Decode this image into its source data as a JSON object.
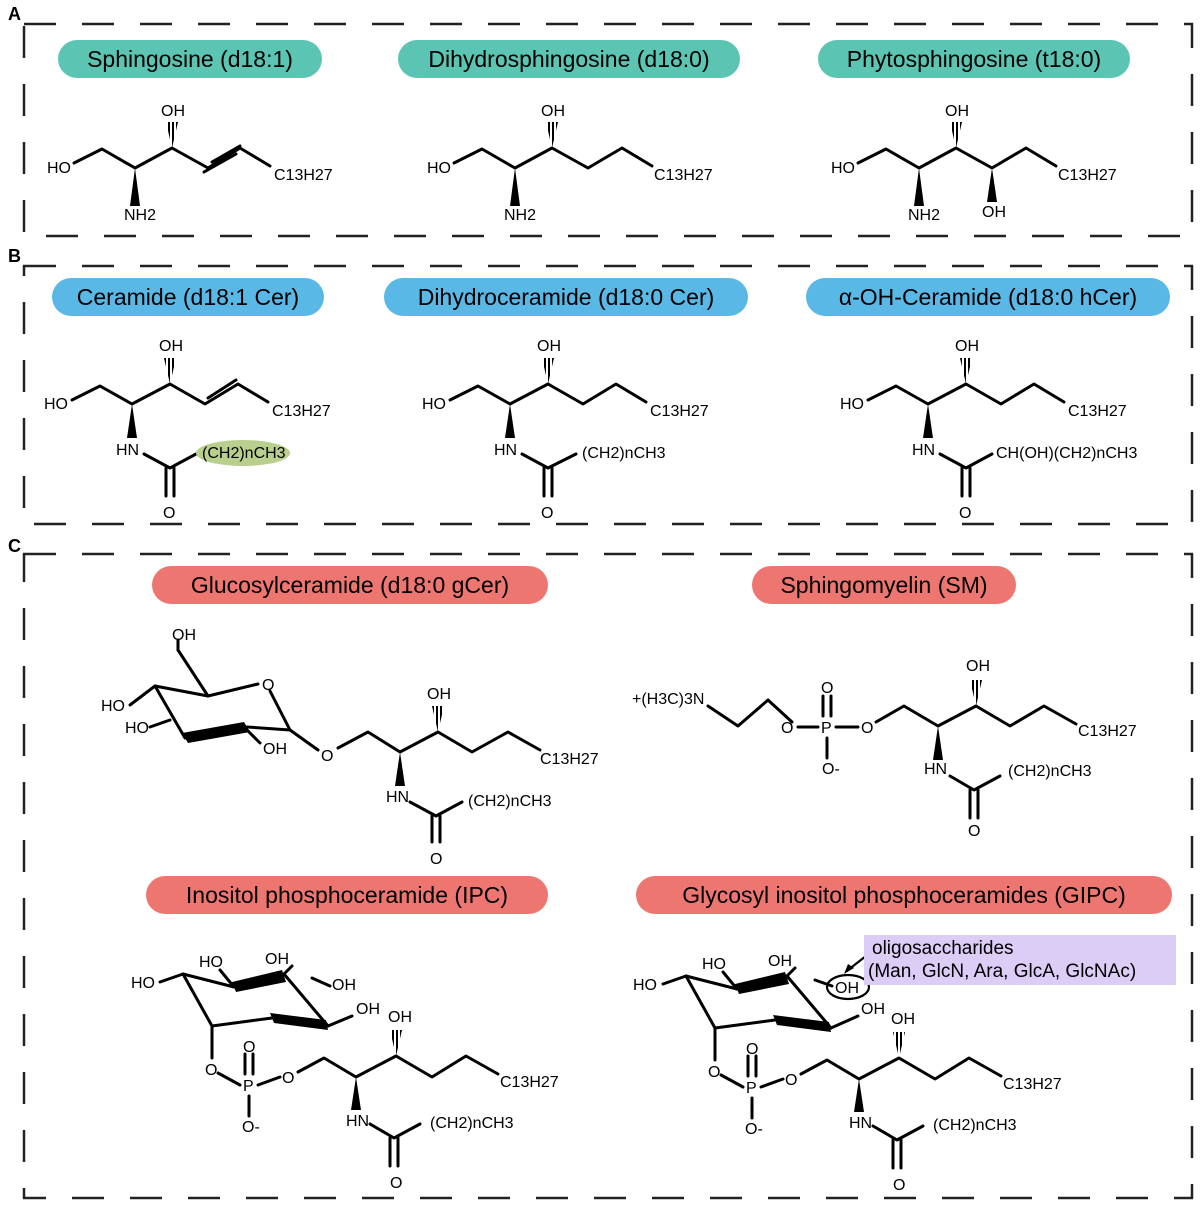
{
  "panels": {
    "a": "A",
    "b": "B",
    "c": "C"
  },
  "colors": {
    "teal": "#5cc4b3",
    "blue": "#5ab8e6",
    "salmon": "#ee7670",
    "green_highlight": "#b9cf8d",
    "lavender": "#dccdf7"
  },
  "panel_a": {
    "sphingosine": {
      "title": "Sphingosine (d18:1)",
      "oh": "OH",
      "ho": "HO",
      "nh2": "NH2",
      "chain": "C13H27"
    },
    "dihydrosphingosine": {
      "title": "Dihydrosphingosine (d18:0)",
      "oh": "OH",
      "ho": "HO",
      "nh2": "NH2",
      "chain": "C13H27"
    },
    "phytosphingosine": {
      "title": "Phytosphingosine (t18:0)",
      "oh": "OH",
      "oh2": "OH",
      "ho": "HO",
      "nh2": "NH2",
      "chain": "C13H27"
    }
  },
  "panel_b": {
    "ceramide": {
      "title": "Ceramide (d18:1 Cer)",
      "oh": "OH",
      "ho": "HO",
      "hn": "HN",
      "o": "O",
      "chain": "C13H27",
      "acyl": "(CH2)nCH3"
    },
    "dihydroceramide": {
      "title": "Dihydroceramide (d18:0 Cer)",
      "oh": "OH",
      "ho": "HO",
      "hn": "HN",
      "o": "O",
      "chain": "C13H27",
      "acyl": "(CH2)nCH3"
    },
    "alpha_oh_ceramide": {
      "title": "α-OH-Ceramide (d18:0 hCer)",
      "oh": "OH",
      "ho": "HO",
      "hn": "HN",
      "o": "O",
      "chain": "C13H27",
      "acyl": "CH(OH)(CH2)nCH3"
    }
  },
  "panel_c": {
    "glucosylceramide": {
      "title": "Glucosylceramide (d18:0 gCer)",
      "oh_top": "OH",
      "ho1": "HO",
      "ho2": "HO",
      "oh_ring": "OH",
      "ring_o": "O",
      "link_o": "O",
      "oh": "OH",
      "hn": "HN",
      "o": "O",
      "chain": "C13H27",
      "acyl": "(CH2)nCH3"
    },
    "sphingomyelin": {
      "title": "Sphingomyelin (SM)",
      "choline": "+(H3C)3N",
      "o1": "O",
      "p": "P",
      "po": "O",
      "pom": "O-",
      "o2": "O",
      "oh": "OH",
      "hn": "HN",
      "o": "O",
      "chain": "C13H27",
      "acyl": "(CH2)nCH3"
    },
    "ipc": {
      "title": "Inositol phosphoceramide (IPC)",
      "ho1": "HO",
      "ho2": "HO",
      "oh1": "OH",
      "oh2": "OH",
      "oh3": "OH",
      "o1": "O",
      "p": "P",
      "po": "O",
      "pom": "O-",
      "o2": "O",
      "oh": "OH",
      "hn": "HN",
      "o": "O",
      "chain": "C13H27",
      "acyl": "(CH2)nCH3"
    },
    "gipc": {
      "title": "Glycosyl inositol phosphoceramides (GIPC)",
      "ho1": "HO",
      "ho2": "HO",
      "oh1": "OH",
      "oh_circled": "OH",
      "oh3": "OH",
      "o1": "O",
      "p": "P",
      "po": "O",
      "pom": "O-",
      "o2": "O",
      "oh": "OH",
      "hn": "HN",
      "o": "O",
      "chain": "C13H27",
      "acyl": "(CH2)nCH3",
      "note_line1": "oligosaccharides",
      "note_line2": "(Man, GlcN, Ara, GlcA, GlcNAc)"
    }
  }
}
